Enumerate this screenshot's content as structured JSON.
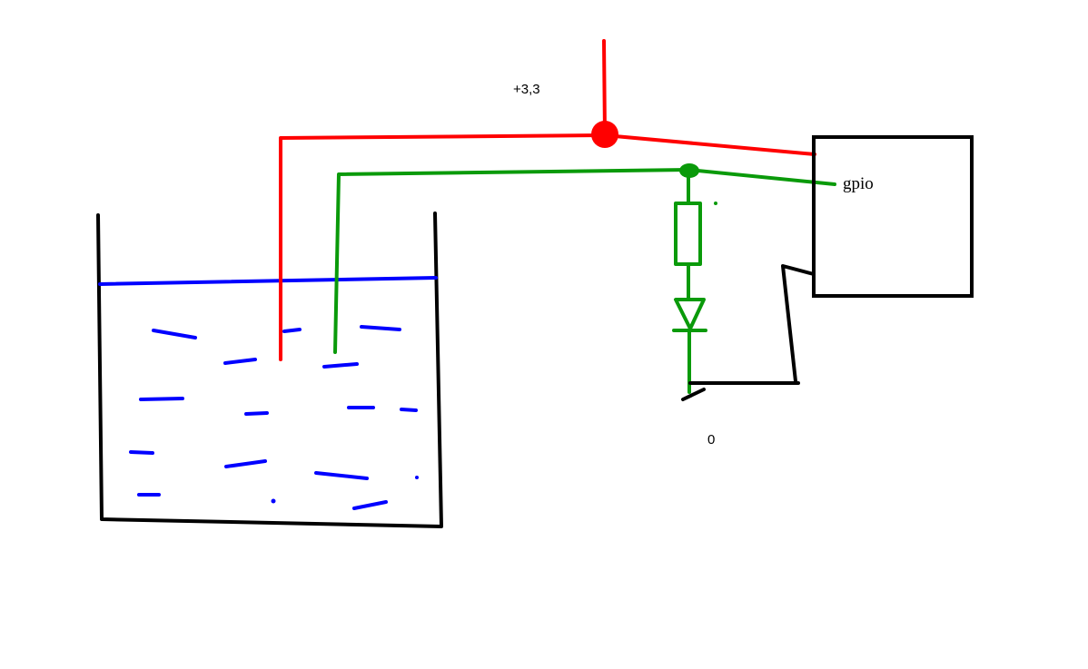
{
  "labels": {
    "supply": "+3,3",
    "gpio": "gpio",
    "ground": "0"
  },
  "colors": {
    "supply_wire": "#ff0000",
    "sense_wire": "#0a9a0a",
    "water": "#0000ff",
    "outline": "#000000",
    "background": "#ffffff"
  }
}
